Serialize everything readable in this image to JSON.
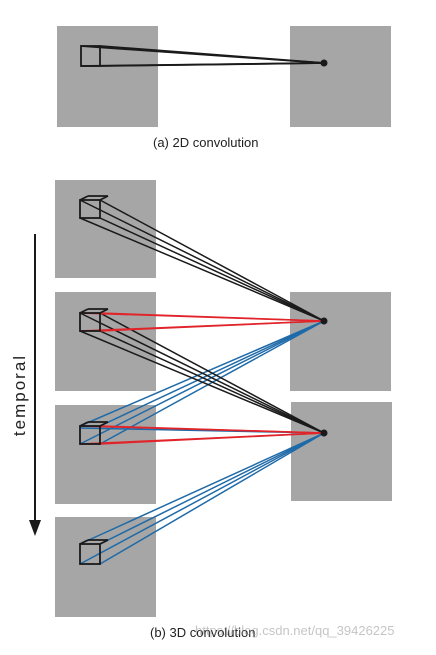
{
  "captions": {
    "conv2d": "(a) 2D convolution",
    "conv3d": "(b) 3D convolution"
  },
  "axis_label": "temporal",
  "watermark": "https://blog.csdn.net/qq_39426225",
  "colors": {
    "frame_fill": "#a6a6a6",
    "line_black": "#1a1a1a",
    "line_red": "#e0242a",
    "line_blue": "#1f6aa8"
  }
}
